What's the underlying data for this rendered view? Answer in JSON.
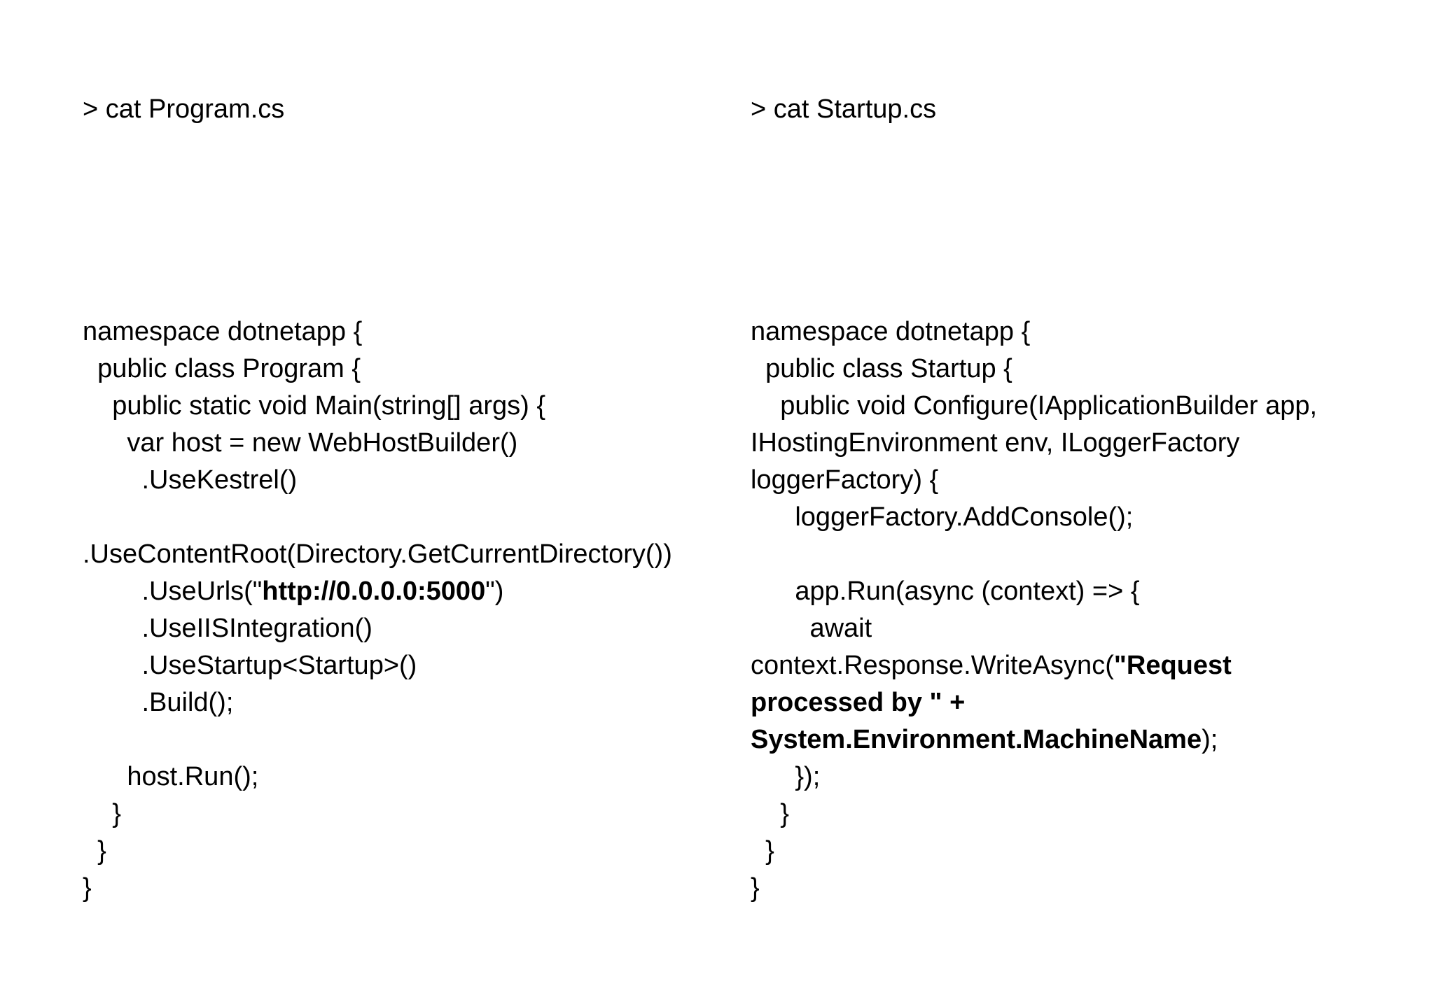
{
  "slide": {
    "background_color": "#ffffff",
    "text_color": "#000000"
  },
  "left_column": {
    "prompt": "> cat Program.cs",
    "filename": "Program.cs",
    "lines": [
      {
        "text": "namespace dotnetapp {"
      },
      {
        "text": "  public class Program {"
      },
      {
        "text": "    public static void Main(string[] args) {"
      },
      {
        "text": "      var host = new WebHostBuilder()"
      },
      {
        "text": "        .UseKestrel()"
      },
      {
        "text": "        .UseContentRoot(Directory.GetCurrentDirectory())"
      },
      {
        "pre": "        .UseUrls(\"",
        "bold": "http://0.0.0.0:5000",
        "post": "\")"
      },
      {
        "text": "        .UseIISIntegration()"
      },
      {
        "text": "        .UseStartup<Startup>()"
      },
      {
        "text": "        .Build();"
      },
      {
        "text": ""
      },
      {
        "text": "      host.Run();"
      },
      {
        "text": "    }"
      },
      {
        "text": "  }"
      },
      {
        "text": "}"
      }
    ]
  },
  "right_column": {
    "prompt": "> cat Startup.cs",
    "filename": "Startup.cs",
    "lines": [
      {
        "text": "namespace dotnetapp {"
      },
      {
        "text": "  public class Startup {"
      },
      {
        "text": "    public void Configure(IApplicationBuilder app, IHostingEnvironment env, ILoggerFactory loggerFactory) {"
      },
      {
        "text": "      loggerFactory.AddConsole();"
      },
      {
        "text": ""
      },
      {
        "text": "      app.Run(async (context) => {"
      },
      {
        "pre": "        await context.Response.WriteAsync(",
        "bold": "\"Request processed by \" + System.Environment.MachineName",
        "post": ");"
      },
      {
        "text": "      });"
      },
      {
        "text": "    }"
      },
      {
        "text": "  }"
      },
      {
        "text": "}"
      }
    ]
  }
}
